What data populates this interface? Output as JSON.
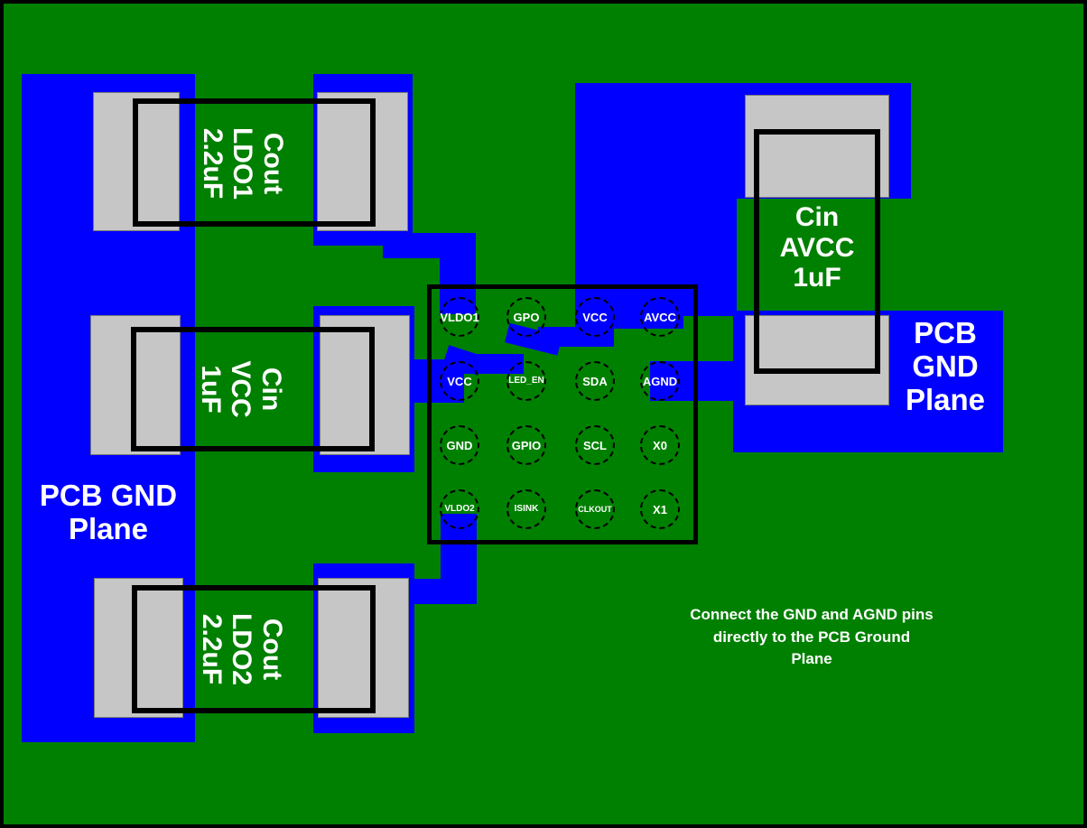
{
  "diagram": {
    "type": "pcb-layout",
    "title_note": "Connect the GND and AGND pins\ndirectly to the PCB Ground\nPlane",
    "colors": {
      "solder_mask_green": "#008000",
      "copper_blue": "#0000ff",
      "pad_metal_grey": "#c6c6c6",
      "outline_black": "#000000",
      "text_white": "#ffffff"
    }
  },
  "planes": [
    {
      "id": "gnd-plane-left",
      "label": "PCB GND\nPlane"
    },
    {
      "id": "gnd-plane-right",
      "label": "PCB\nGND\nPlane"
    }
  ],
  "capacitors": [
    {
      "id": "cout-ldo1",
      "label": "Cout\nLDO1\n2.2uF",
      "orientation": "horizontal",
      "value": "2.2uF",
      "net": "LDO1"
    },
    {
      "id": "cin-vcc",
      "label": "Cin\nVCC\n1uF",
      "orientation": "horizontal",
      "value": "1uF",
      "net": "VCC"
    },
    {
      "id": "cout-ldo2",
      "label": "Cout\nLDO2\n2.2uF",
      "orientation": "horizontal",
      "value": "2.2uF",
      "net": "LDO2"
    },
    {
      "id": "cin-avcc",
      "label": "Cin\nAVCC\n1uF",
      "orientation": "vertical",
      "value": "1uF",
      "net": "AVCC"
    }
  ],
  "ic": {
    "pin_grid": {
      "rows": 4,
      "cols": 4
    },
    "pins": [
      {
        "name": "VLDO1",
        "row": 1,
        "col": 1,
        "connected": true
      },
      {
        "name": "GPO",
        "row": 1,
        "col": 2,
        "connected": false
      },
      {
        "name": "VCC",
        "row": 1,
        "col": 3,
        "connected": true
      },
      {
        "name": "AVCC",
        "row": 1,
        "col": 4,
        "connected": true
      },
      {
        "name": "VCC",
        "row": 2,
        "col": 1,
        "connected": true
      },
      {
        "name": "LED_EN",
        "row": 2,
        "col": 2,
        "connected": false
      },
      {
        "name": "SDA",
        "row": 2,
        "col": 3,
        "connected": false
      },
      {
        "name": "AGND",
        "row": 2,
        "col": 4,
        "connected": true
      },
      {
        "name": "GND",
        "row": 3,
        "col": 1,
        "connected": true
      },
      {
        "name": "GPIO",
        "row": 3,
        "col": 2,
        "connected": false
      },
      {
        "name": "SCL",
        "row": 3,
        "col": 3,
        "connected": false
      },
      {
        "name": "X0",
        "row": 3,
        "col": 4,
        "connected": false
      },
      {
        "name": "VLDO2",
        "row": 4,
        "col": 1,
        "connected": true
      },
      {
        "name": "ISINK",
        "row": 4,
        "col": 2,
        "connected": false
      },
      {
        "name": "CLKOUT",
        "row": 4,
        "col": 3,
        "connected": false
      },
      {
        "name": "X1",
        "row": 4,
        "col": 4,
        "connected": false
      }
    ]
  }
}
